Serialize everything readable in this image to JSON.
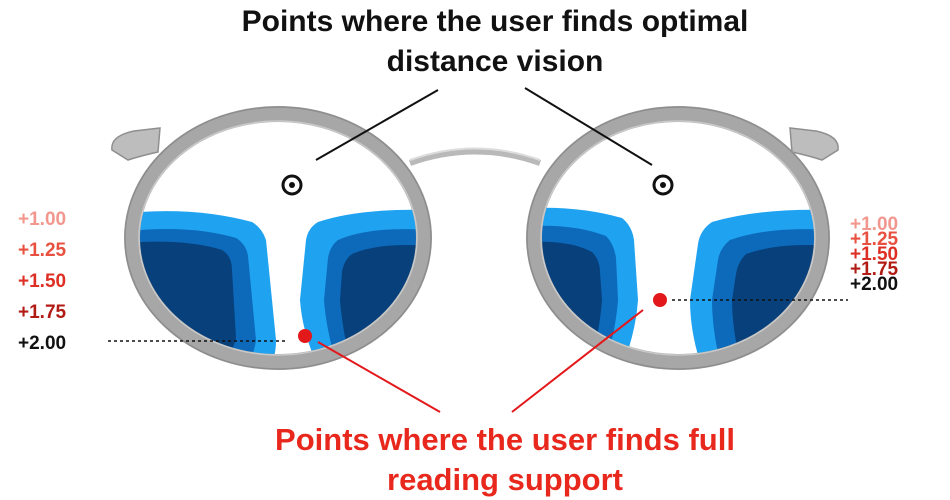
{
  "labels": {
    "distance_title": [
      "Points where the user finds optimal",
      "distance vision"
    ],
    "reading_title": [
      "Points where the user finds full",
      "reading support"
    ]
  },
  "scale_left": [
    "+1.00",
    "+1.25",
    "+1.50",
    "+1.75",
    "+2.00"
  ],
  "scale_right": [
    "+1.00",
    "+1.25",
    "+1.50",
    "+1.75",
    "+2.00"
  ],
  "colors": {
    "power_1_00": "#f2978e",
    "power_1_25": "#e8503f",
    "power_1_50": "#de2f24",
    "power_1_75": "#b21b14",
    "power_2_00": "#111111",
    "reading_dot": "#e3181b",
    "zone_light": "#1fa2f0",
    "zone_mid": "#0d69b9",
    "zone_dark": "#07407b",
    "frame": "#a7a7a7"
  }
}
